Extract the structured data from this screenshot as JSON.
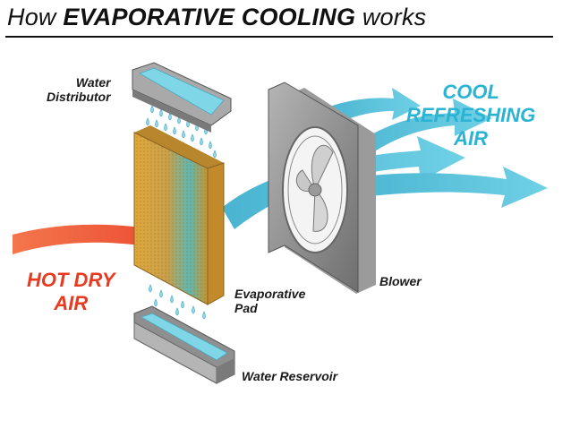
{
  "title": {
    "prefix": "How",
    "emphasis": "EVAPORATIVE COOLING",
    "suffix": "works"
  },
  "labels": {
    "water_distributor_line1": "Water",
    "water_distributor_line2": "Distributor",
    "evaporative_pad_line1": "Evaporative",
    "evaporative_pad_line2": "Pad",
    "water_reservoir": "Water Reservoir",
    "blower": "Blower"
  },
  "air": {
    "hot_line1": "HOT DRY",
    "hot_line2": "AIR",
    "cool_line1": "COOL",
    "cool_line2": "REFRESHING",
    "cool_line3": "AIR"
  },
  "colors": {
    "hot_air": "#e83a1e",
    "cool_air": "#2ab3d3",
    "pad": "#d9a23a",
    "frame": "#8a8a8a",
    "water": "#7fd6e6"
  }
}
